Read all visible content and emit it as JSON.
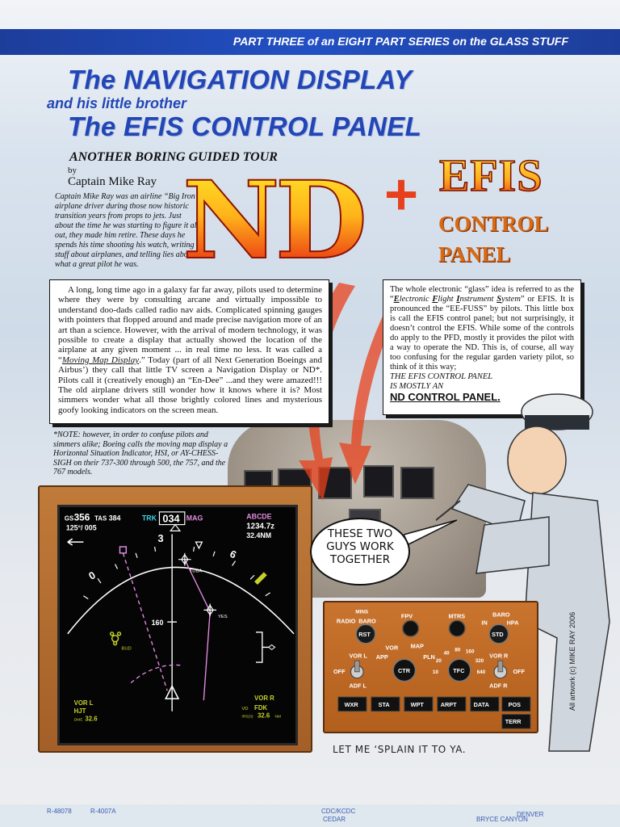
{
  "banner": "PART THREE of an EIGHT PART SERIES on the GLASS STUFF",
  "title": {
    "line1": "The NAVIGATION DISPLAY",
    "line2": "and his little brother",
    "line3": "The EFIS CONTROL PANEL"
  },
  "subtitle": "ANOTHER BORING GUIDED TOUR",
  "byline": "by",
  "author": "Captain Mike Ray",
  "author_bio": "Captain Mike Ray was an airline “Big Iron” airplane driver during those now historic transition years from props to jets. Just about the time he was starting to figure it all out, they made him retire. These days he spends his time shooting his watch, writing stuff about airplanes, and telling lies about what a great pilot he was.",
  "logo": {
    "nd": "ND",
    "plus": "+",
    "efis": "EFIS",
    "control": "CONTROL",
    "panel": "PANEL"
  },
  "intro_text": {
    "part1": "A long, long time ago in a galaxy far far away, pilots used to determine where they were by consulting arcane and virtually impossible to understand doo-dads called radio nav aids. Complicated spinning gauges with pointers that flopped around and made precise navigation more of an art than a science. However, with the arrival of modern technology, it was possible to create a display that actually showed the location of the airplane at any given moment ... in real time no less. It was called a “",
    "link": "Moving Map Display",
    "part2": ".” Today (part of all Next Generation Boeings and Airbus’) they call that little TV screen a Navigation Display or ND*. Pilots call it (creatively enough) an “En-Dee” ...and they were amazed!!! The old airplane drivers still wonder how it knows where it is? Most simmers wonder what all those brightly colored lines and mysterious goofy looking indicators on the screen mean."
  },
  "efis_text": {
    "part1": "The whole electronic “glass” idea is referred to as the “",
    "e": "E",
    "lectronic": "lectronic ",
    "f": "F",
    "light": "light ",
    "i": "I",
    "nstrument": "nstrument ",
    "s": "S",
    "ystem": "ystem",
    "part2": "” or EFIS. It is pronounced the “EE-FUSS” by pilots. This little box is call the EFIS control panel; but not surprisingly, it doesn’t control the EFIS. While some of the controls do apply to the PFD, mostly it provides the pilot with a way to operate the ND. This is, of course,  all way too confusing for the regular garden variety pilot, so think of it this way;",
    "line_a": "THE EFIS CONTROL PANEL",
    "line_b": "IS MOSTLY AN",
    "line_c": "ND CONTROL PANEL."
  },
  "note": "*NOTE: however, in order to confuse pilots and simmers alike; Boeing calls the moving map display a Horizontal Situation Indicator, HSI, or AY-CHESS-SIGH on their 737-300 through 500, the 757, and the 767 models.",
  "bubble": {
    "line1": "THESE TWO",
    "line2": "GUYS WORK",
    "line3": "TOGETHER"
  },
  "caption": "LET ME ‘SPLAIN IT TO YA.",
  "artwork_credit": "All artwork (c) MIKE RAY 2006",
  "nd": {
    "gs_label": "GS",
    "gs_value": "356",
    "tas_label": "TAS",
    "tas_value": "384",
    "wind": "125°/ 005",
    "trk_label": "TRK",
    "heading": "034",
    "mag_label": "MAG",
    "waypoint": "ABCDE",
    "eta": "1234.7z",
    "distance": "32.4NM",
    "compass": [
      "0",
      "3",
      "6"
    ],
    "range_mark": "160",
    "fix1": "TUBA",
    "fix2": "YES",
    "fix3": "BUD",
    "vor_l": "VOR  L",
    "vor_l_id": "HJT",
    "vor_l_dme_label": "DME",
    "vor_l_dme": "32.6",
    "vor_r": "VOR  R",
    "vor_r_vd": "VD",
    "vor_r_id": "FDK",
    "vor_r_irs": "IRS(3)",
    "vor_r_dist": "32.6",
    "vor_r_nm": "NM"
  },
  "efis_panel": {
    "mins": "MINS",
    "radio": "RADIO",
    "baro": "BARO",
    "rst": "RST",
    "fpv": "FPV",
    "mtrs": "MTRS",
    "baro_r": "BARO",
    "in": "IN",
    "hpa": "HPA",
    "std": "STD",
    "vor_l": "VOR L",
    "adf_l": "ADF L",
    "off_l": "OFF",
    "app": "APP",
    "vor": "VOR",
    "map": "MAP",
    "pln": "PLN",
    "ctr": "CTR",
    "ranges": [
      "10",
      "20",
      "40",
      "80",
      "160",
      "320",
      "640"
    ],
    "tfc": "TFC",
    "vor_r": "VOR R",
    "adf_r": "ADF R",
    "off_r": "OFF",
    "buttons": [
      "WXR",
      "STA",
      "WPT",
      "ARPT",
      "DATA",
      "POS"
    ],
    "terr": "TERR"
  },
  "strip_labels": [
    "R-48078",
    "R-4007A",
    "CDC/KCDC",
    "CEDAR",
    "BRYCE CANYON",
    "DENVER"
  ]
}
